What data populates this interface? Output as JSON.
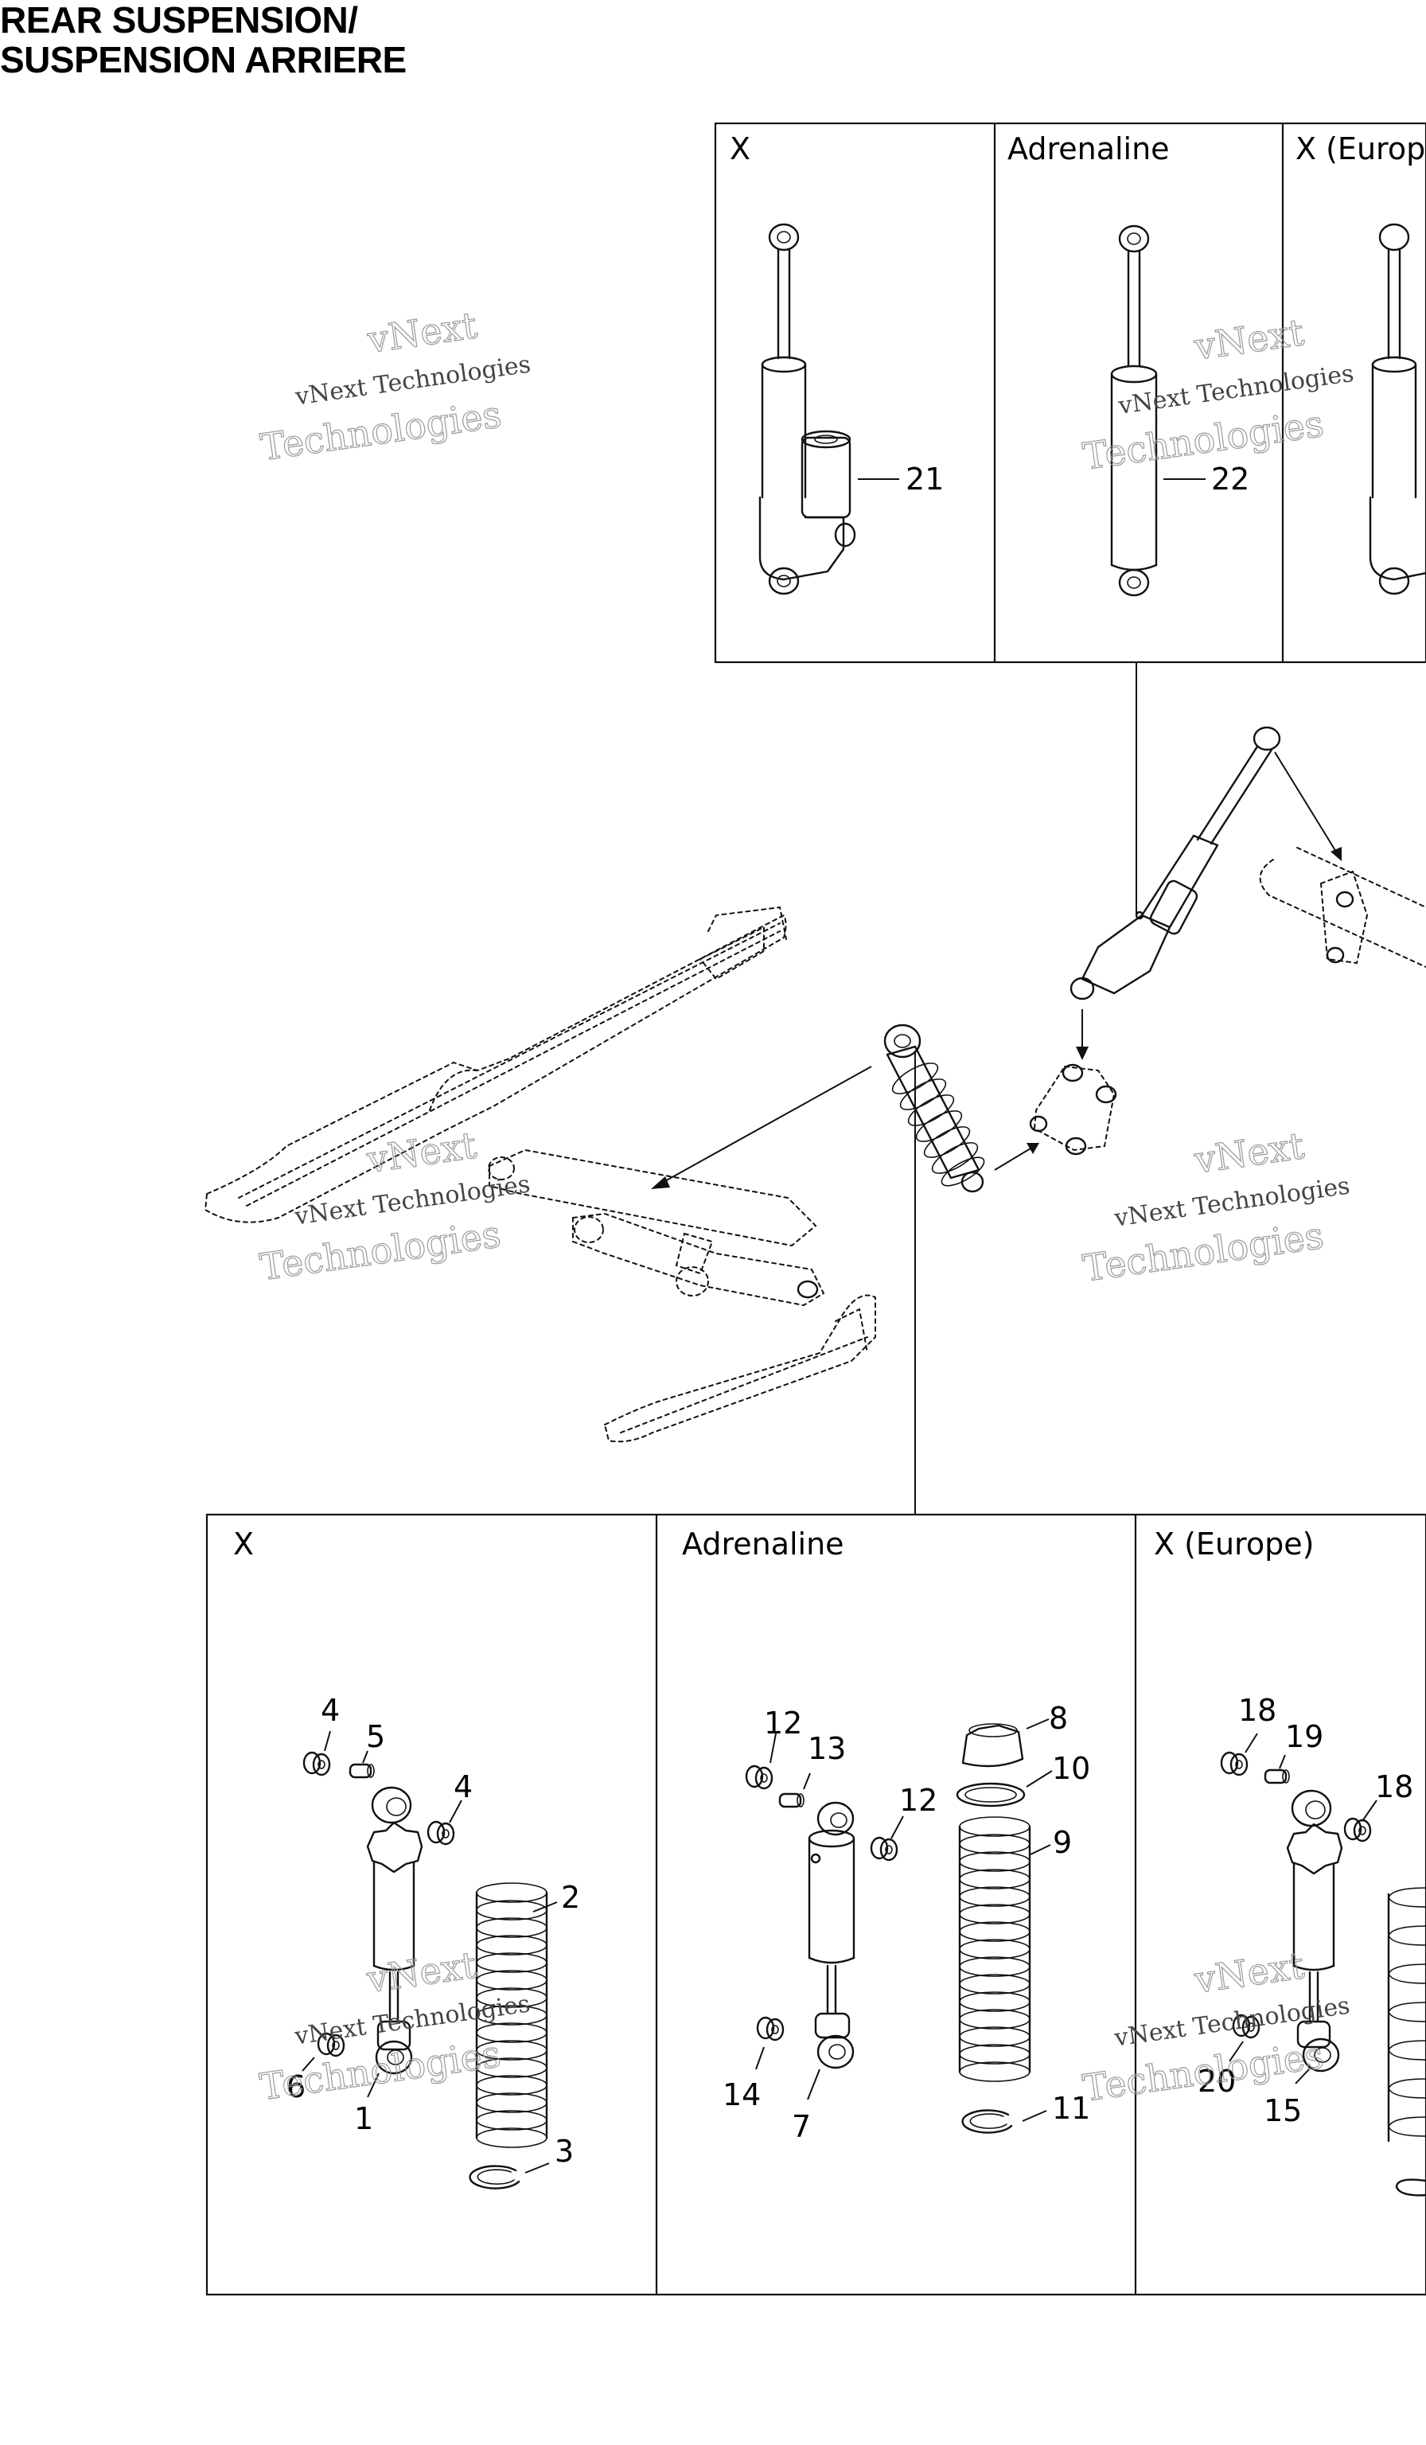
{
  "title": {
    "line1": "REAR SUSPENSION/",
    "line2": "SUSPENSION ARRIERE"
  },
  "top_panels": [
    {
      "label": "X",
      "callouts": [
        "21"
      ]
    },
    {
      "label": "Adrenaline",
      "callouts": [
        "22"
      ]
    },
    {
      "label": "X (Europ",
      "callouts": []
    }
  ],
  "bottom_panels": [
    {
      "label": "X",
      "callouts": [
        "4",
        "5",
        "4",
        "2",
        "6",
        "1",
        "3"
      ]
    },
    {
      "label": "Adrenaline",
      "callouts": [
        "12",
        "13",
        "12",
        "8",
        "10",
        "9",
        "14",
        "7",
        "11"
      ]
    },
    {
      "label": "X (Europe)",
      "callouts": [
        "18",
        "19",
        "18",
        "20",
        "15"
      ]
    }
  ],
  "watermark": {
    "brand": "vNext",
    "line": "vNext Technologies",
    "big": "Technologies"
  }
}
